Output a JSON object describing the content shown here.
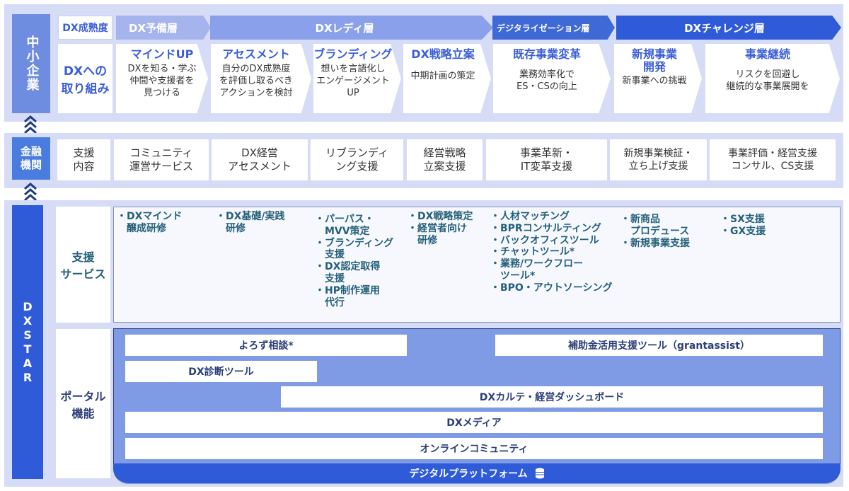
{
  "colors": {
    "band_bg": "#d6dcf6",
    "sme_label": "#6f8de0",
    "finance_label": "#4a7ce0",
    "dxstar_label": "#2f5bd8",
    "stage_prep": "#a6b4ee",
    "stage_ready": "#8aa0ea",
    "stage_digitalization": "#3f6ad6",
    "stage_challenge": "#2f5bd8",
    "title_blue": "#3a5ed8",
    "service_text": "#24607a",
    "portal_bg": "#7f9be6",
    "platform_bar": "#2f5bd8"
  },
  "sme": {
    "label": "中小企業",
    "maturity_header": "DX成熟度",
    "approach_label_line1": "DXへの",
    "approach_label_line2": "取り組み",
    "layers": [
      {
        "label": "DX予備層"
      },
      {
        "label": "DXレディ層"
      },
      {
        "label": "デジタライゼーション層"
      },
      {
        "label": "DXチャレンジ層"
      }
    ],
    "stages": [
      {
        "title": "マインドUP",
        "desc": [
          "DXを知る・学ぶ",
          "仲間や支援者を",
          "見つける"
        ]
      },
      {
        "title": "アセスメント",
        "desc": [
          "自分のDX成熟度",
          "を評価し取るべき",
          "アクションを検討"
        ]
      },
      {
        "title": "ブランディング",
        "desc": [
          "想いを言語化し",
          "エンゲージメント",
          "UP"
        ]
      },
      {
        "title": "DX戦略立案",
        "desc": [
          "",
          "中期計画の策定",
          ""
        ]
      },
      {
        "title": "既存事業変革",
        "desc": [
          "業務効率化で",
          "ES・CSの向上",
          ""
        ]
      },
      {
        "title_lines": [
          "新規事業",
          "開発"
        ],
        "desc": [
          "新事業への挑戦"
        ]
      },
      {
        "title": "事業継続",
        "desc": [
          "リスクを回避し",
          "継続的な事業展開を"
        ]
      }
    ]
  },
  "finance": {
    "label_line1": "金融",
    "label_line2": "機関",
    "header_line1": "支援",
    "header_line2": "内容",
    "items": [
      {
        "line1": "コミュニティ",
        "line2": "運営サービス"
      },
      {
        "line1": "DX経営",
        "line2": "アセスメント"
      },
      {
        "line1": "リブランディ",
        "line2": "ング支援"
      },
      {
        "line1": "経営戦略",
        "line2": "立案支援"
      },
      {
        "line1": "事業革新・",
        "line2": "IT変革支援"
      },
      {
        "line1": "新規事業検証・",
        "line2": "立ち上げ支援"
      },
      {
        "line1": "事業評価・経営支援",
        "line2": "コンサル、CS支援"
      }
    ]
  },
  "dxstar": {
    "label": "DXSTAR",
    "services_header_line1": "支援",
    "services_header_line2": "サービス",
    "services": [
      [
        "・DXマインド",
        "　醸成研修"
      ],
      [
        "・DX基礎/実践",
        "　研修"
      ],
      [
        "・パーパス・",
        "　MVV策定",
        "・ブランディング",
        "　支援",
        "・DX認定取得",
        "　支援",
        "・HP制作運用",
        "　代行"
      ],
      [
        "・DX戦略策定",
        "・経営者向け",
        "　研修"
      ],
      [
        "・人材マッチング",
        "・BPRコンサルティング",
        "・バックオフィスツール",
        "・チャットツール*",
        "・業務/ワークフロー",
        "　ツール*",
        "・BPO・アウトソーシング"
      ],
      [
        "・新商品",
        "　プロデュース",
        "・新規事業支援"
      ],
      [
        "・SX支援",
        "・GX支援"
      ]
    ],
    "portal_header_line1": "ポータル",
    "portal_header_line2": "機能",
    "portal_features": {
      "consultation": "よろず相談*",
      "grant_tool": "補助金活用支援ツール（grantassist）",
      "diagnosis_tool": "DX診断ツール",
      "karte_dashboard": "DXカルテ・経営ダッシュボード",
      "media": "DXメディア",
      "community": "オンラインコミュニティ"
    },
    "platform_label": "デジタルプラットフォーム",
    "platform_icon": "database-icon"
  }
}
